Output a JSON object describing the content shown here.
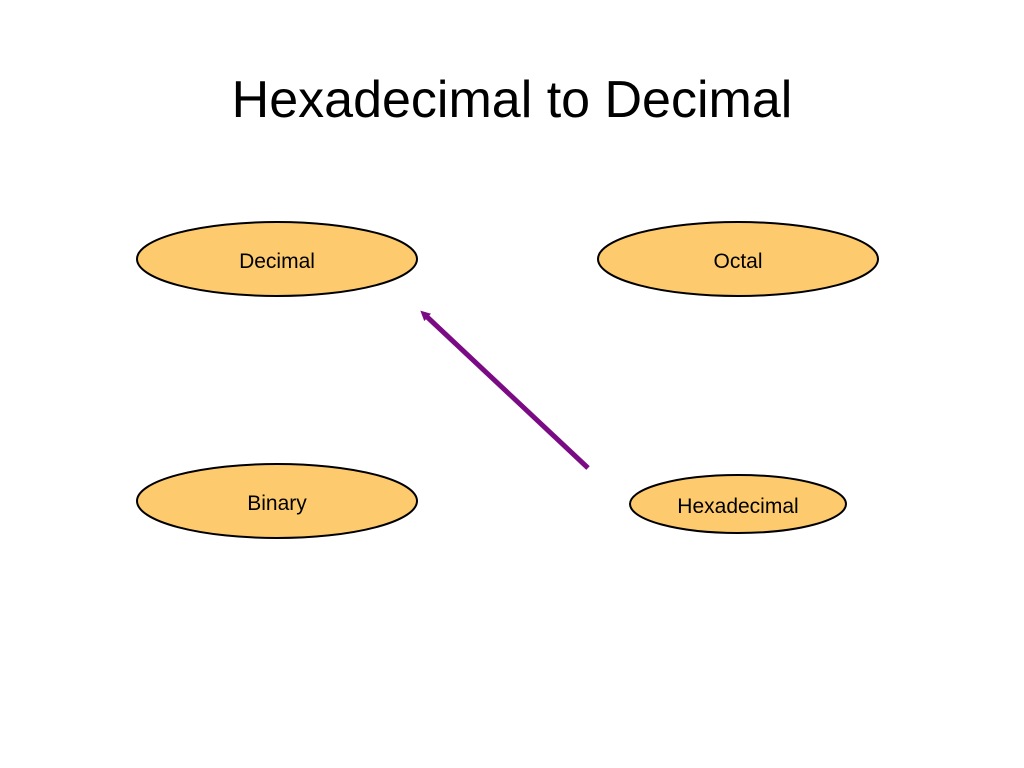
{
  "slide": {
    "title": "Hexadecimal to Decimal"
  },
  "nodes": {
    "decimal": "Decimal",
    "octal": "Octal",
    "binary": "Binary",
    "hexadecimal": "Hexadecimal"
  },
  "colors": {
    "node_fill": "#FDCB6E",
    "node_stroke": "#000000",
    "arrow": "#7B0B85"
  },
  "arrow": {
    "from": "Hexadecimal",
    "to": "Decimal"
  }
}
